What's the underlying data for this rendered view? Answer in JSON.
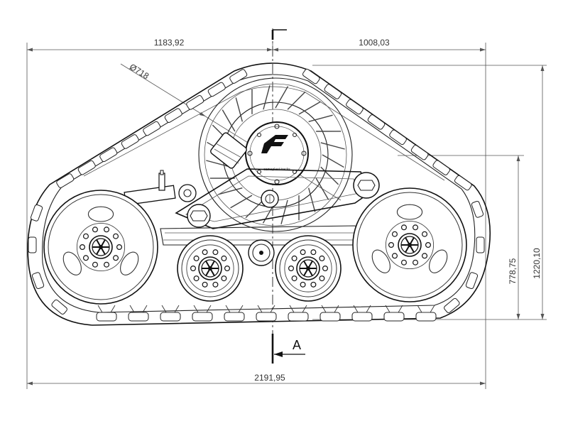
{
  "dimensions": {
    "left_width": "1183,92",
    "right_width": "1008,03",
    "total_width": "2191,95",
    "total_height": "1220,10",
    "axle_height": "778,75",
    "drive_diameter": "Ø718"
  },
  "section": {
    "label": "A"
  },
  "logo": {
    "caption": "camoplast tracks"
  },
  "colors": {
    "line": "#222222",
    "dimension": "#555555",
    "background": "#ffffff"
  }
}
